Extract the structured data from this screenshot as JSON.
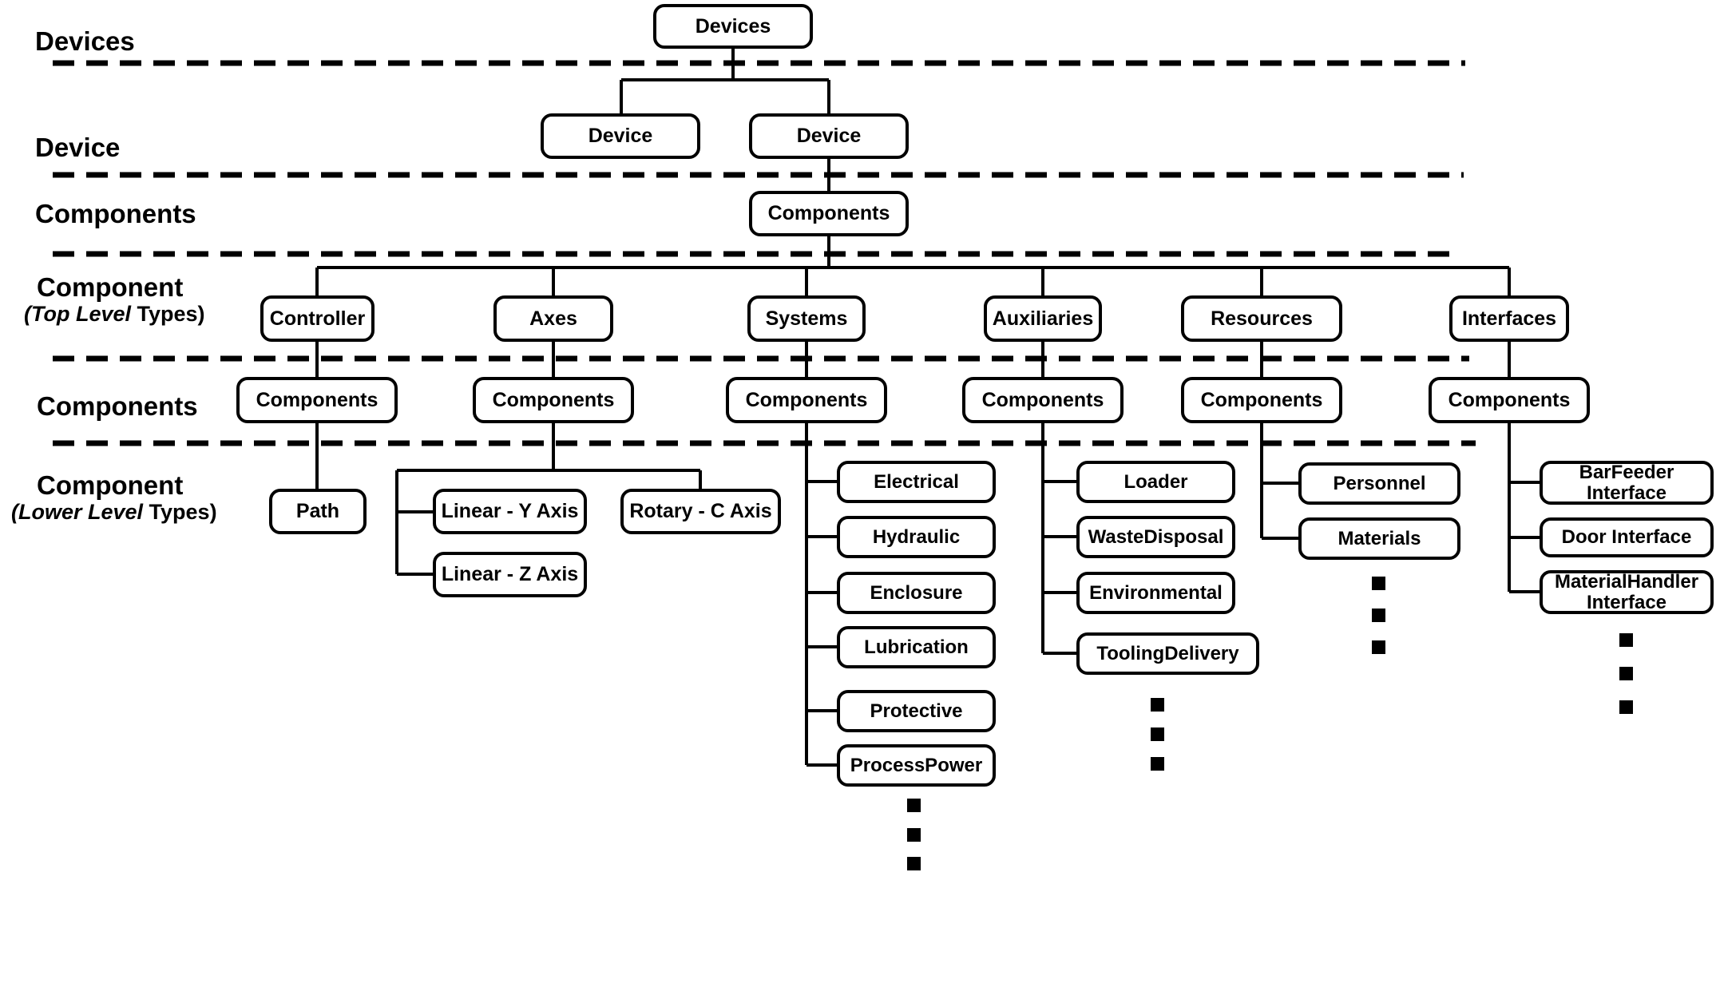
{
  "rows": [
    {
      "title": "Devices"
    },
    {
      "title": "Device"
    },
    {
      "title": "Components"
    },
    {
      "title": "Component",
      "sub_italic": "(Top Level",
      "sub_rest": " Types)"
    },
    {
      "title": "Components"
    },
    {
      "title": "Component",
      "sub_italic": "(Lower Level",
      "sub_rest": " Types)"
    }
  ],
  "nodes": {
    "devices": "Devices",
    "device_a": "Device",
    "device_b": "Device",
    "components_root": "Components",
    "top_level": [
      "Controller",
      "Axes",
      "Systems",
      "Auxiliaries",
      "Resources",
      "Interfaces"
    ],
    "components_row": [
      "Components",
      "Components",
      "Components",
      "Components",
      "Components",
      "Components"
    ],
    "controller_children": [
      "Path"
    ],
    "axes_children": [
      "Linear - Y Axis",
      "Linear - Z Axis",
      "Rotary - C Axis"
    ],
    "systems_children": [
      "Electrical",
      "Hydraulic",
      "Enclosure",
      "Lubrication",
      "Protective",
      "ProcessPower"
    ],
    "auxiliaries_children": [
      "Loader",
      "WasteDisposal",
      "Environmental",
      "ToolingDelivery"
    ],
    "resources_children": [
      "Personnel",
      "Materials"
    ],
    "interfaces_children": [
      "BarFeeder Interface",
      "Door Interface",
      "MaterialHandler Interface"
    ]
  },
  "ellipsis_columns": [
    "Systems",
    "Auxiliaries",
    "Resources",
    "Interfaces"
  ],
  "colors": {
    "line": "#000000",
    "background": "#ffffff",
    "text": "#000000"
  }
}
